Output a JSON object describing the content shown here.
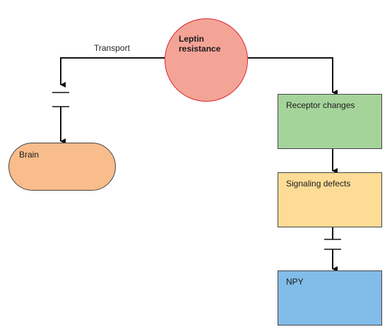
{
  "nodes": {
    "center": {
      "line1": "Leptin",
      "line2": "resistance"
    },
    "brain": "Brain",
    "receptor": "Receptor changes",
    "signaling": "Signaling defects",
    "npy": "NPY"
  },
  "edges": {
    "transport": "Transport"
  },
  "colors": {
    "center_fill": "#f4a497",
    "center_stroke": "#d6272d",
    "brain_fill": "#f8bd8a",
    "receptor_fill": "#a5d49b",
    "signaling_fill": "#fddc96",
    "npy_fill": "#82bce8"
  }
}
